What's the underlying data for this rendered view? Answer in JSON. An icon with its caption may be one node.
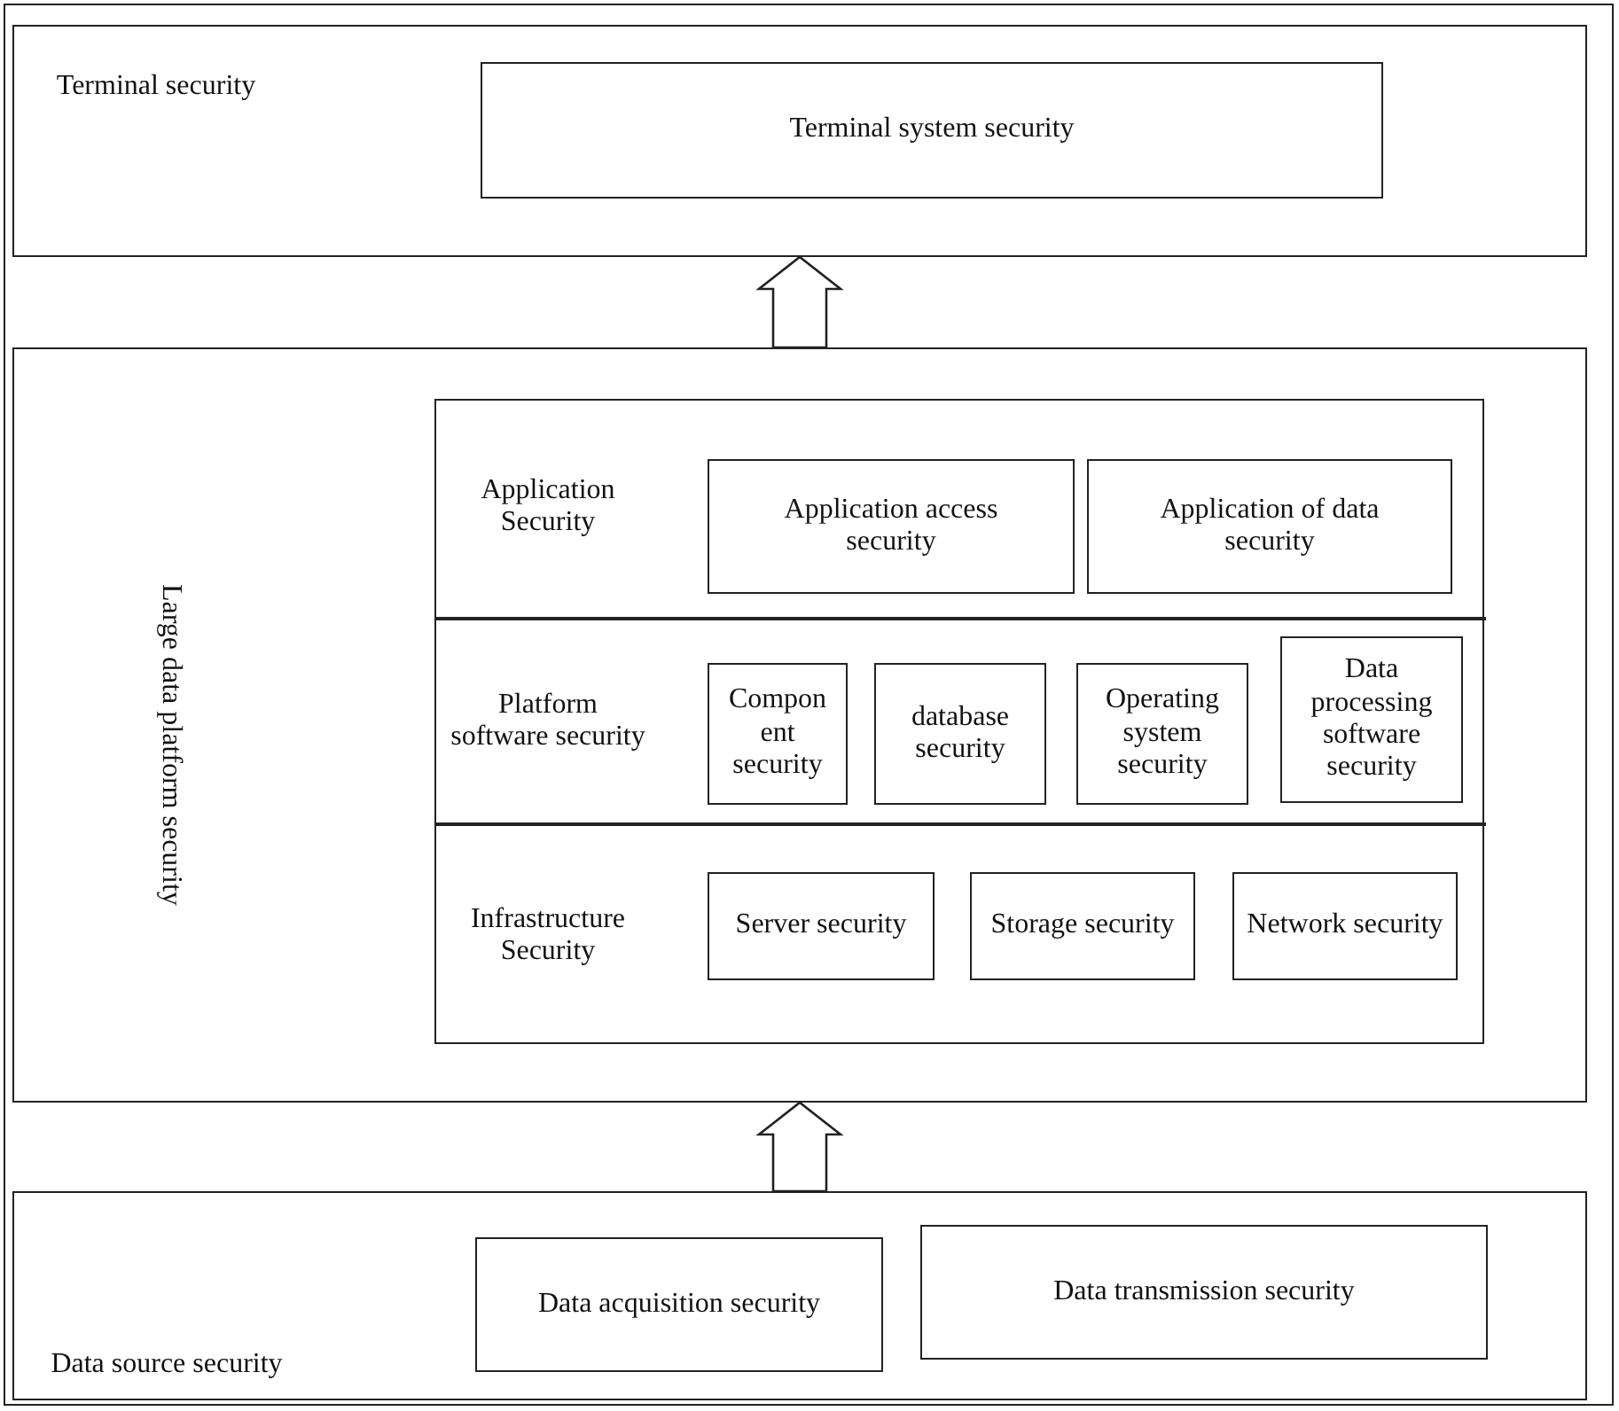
{
  "diagram": {
    "nodes": [
      {
        "text": [
          "Terminal security"
        ]
      },
      {
        "text": [
          "Terminal system security"
        ],
        "in": 0
      },
      {
        "text": [
          "Large data platform security"
        ]
      },
      {
        "text": [],
        "shape": "box",
        "in": 2
      },
      {
        "text": [
          "Application Security"
        ],
        "in": 3
      },
      {
        "text": [
          "Application access security"
        ],
        "in": 4
      },
      {
        "text": [
          "Application of data security"
        ],
        "in": 4
      },
      {
        "text": [
          "Platform software security"
        ],
        "in": 3
      },
      {
        "text": [
          "Compon ent security"
        ],
        "in": 7
      },
      {
        "text": [
          "database security"
        ],
        "in": 7
      },
      {
        "text": [
          "Operating system security"
        ],
        "in": 7
      },
      {
        "text": [
          "Data processing software security"
        ],
        "in": 7
      },
      {
        "text": [
          "Infrastructure Security"
        ],
        "in": 3
      },
      {
        "text": [
          "Server security"
        ],
        "in": 12
      },
      {
        "text": [
          "Storage security"
        ],
        "in": 12
      },
      {
        "text": [
          "Network security"
        ],
        "in": 12
      },
      {
        "text": [
          "Data source security"
        ]
      },
      {
        "text": [
          "Data acquisition security"
        ],
        "in": 16
      },
      {
        "text": [
          "Data transmission security"
        ],
        "in": 16
      }
    ],
    "edges": [
      {
        "from": 2,
        "to": 0,
        "arrow": "to"
      },
      {
        "from": 16,
        "to": 2,
        "arrow": "to"
      }
    ]
  }
}
